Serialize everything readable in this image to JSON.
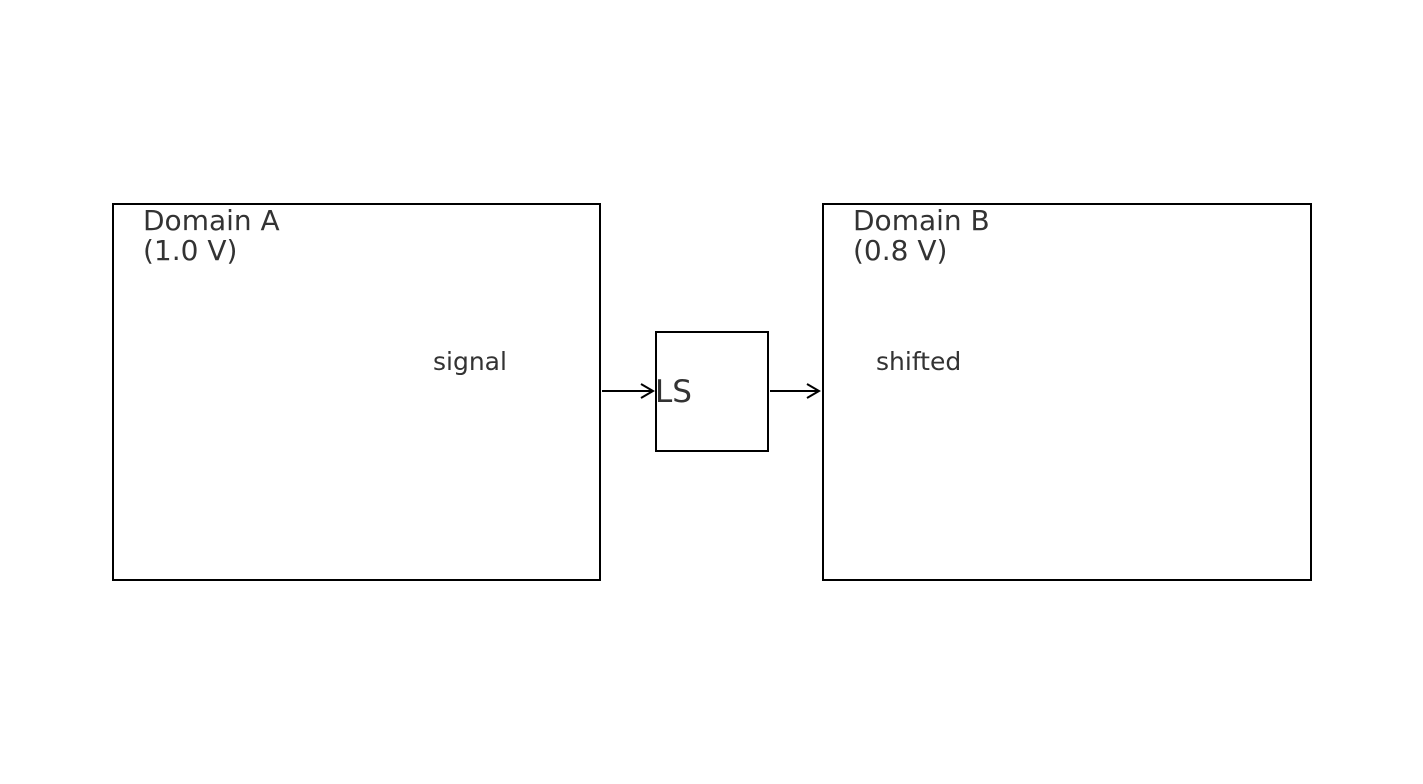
{
  "diagram": {
    "background_color": "#ffffff",
    "border_color": "#000000",
    "text_color": "#333333",
    "domain_a": {
      "title": "Domain A",
      "voltage": "(1.0 V)",
      "port_label": "signal"
    },
    "level_shifter": {
      "label": "LS"
    },
    "domain_b": {
      "title": "Domain B",
      "voltage": "(0.8 V)",
      "port_label": "shifted"
    }
  }
}
